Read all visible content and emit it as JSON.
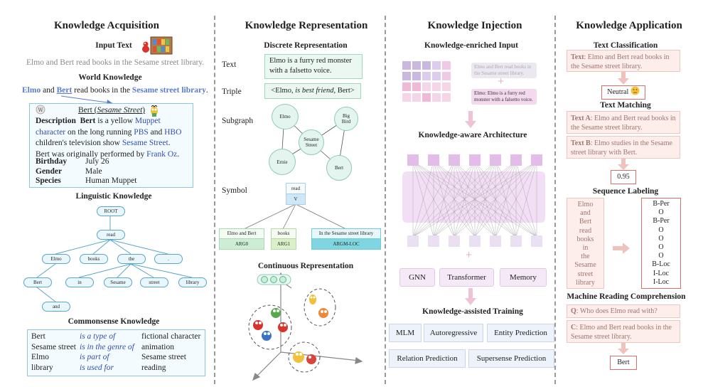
{
  "acq": {
    "title": "Knowledge Acquisition",
    "input_text_label": "Input Text",
    "input_sentence": "Elmo and Bert read books in the Sesame street library.",
    "world_knowledge_label": "World Knowledge",
    "world_sentence": {
      "p1": "Elmo",
      "p2": " and ",
      "p3": "Bert",
      "p4": " read books in the ",
      "p5": "Sesame street library",
      "p6": "."
    },
    "wiki": {
      "name": "Bert (",
      "name_italic": "Sesame Street",
      "name_end": ")",
      "description_key": "Description",
      "desc": {
        "d1": "Bert",
        "d2": " is a yellow ",
        "d3": "Muppet",
        "d4": "character",
        "d5": " on the long running ",
        "d6": "PBS",
        "d7": " and ",
        "d8": "HBO",
        "d9": "children's television show ",
        "d10": "Sesame Street",
        "d11": ".",
        "d12": "Bert was originally performed by ",
        "d13": "Frank Oz",
        "d14": "."
      },
      "rows": [
        {
          "key": "Birthday",
          "val": "July 26"
        },
        {
          "key": "Gender",
          "val": "Male"
        },
        {
          "key": "Species",
          "val": "Human Muppet"
        }
      ]
    },
    "linguistic_label": "Linguistic Knowledge",
    "tree": {
      "root": "ROOT",
      "read": "read",
      "elmo": "Elmo",
      "books": "books",
      "the": "the",
      "dot": ".",
      "bert": "Bert",
      "in": "in",
      "sesame": "Sesame",
      "street": "street",
      "library": "library",
      "and": "and"
    },
    "commonsense_label": "Commonsense Knowledge",
    "commonsense": [
      {
        "h": "Bert",
        "r": "is a type of",
        "t": "fictional character"
      },
      {
        "h": "Sesame street",
        "r": "is in the genre of",
        "t": "animation"
      },
      {
        "h": "Elmo",
        "r": "is part of",
        "t": "Sesame street"
      },
      {
        "h": "library",
        "r": "is used for",
        "t": "reading"
      }
    ]
  },
  "rep": {
    "title": "Knowledge Representation",
    "discrete_label": "Discrete Representation",
    "text_label": "Text",
    "text_box": "Elmo is a furry red monster with a falsetto voice.",
    "triple_label": "Triple",
    "triple": {
      "a": "<Elmo, ",
      "b": "is best friend",
      "c": ", Bert>"
    },
    "subgraph_label": "Subgraph",
    "graph": {
      "elmo": "Elmo",
      "bigbird": "Big Bird",
      "sesame": "Sesame Street",
      "ernie": "Ernie",
      "bert": "Bert"
    },
    "symbol_label": "Symbol",
    "srl": {
      "read": "read",
      "v": "V",
      "arg0_text": "Elmo and Bert",
      "arg0": "ARG0",
      "arg1_text": "books",
      "arg1": "ARG1",
      "loc_text": "In the Sesame street library",
      "loc": "ARGM-LOC"
    },
    "continuous_label": "Continuous Representation"
  },
  "inj": {
    "title": "Knowledge Injection",
    "enriched_label": "Knowledge-enriched Input",
    "in_top": "Elmo and Bert read books in the Sesame street library.",
    "in_bottom": "Elmo: Elmo is a furry red monster with a falsetto voice.",
    "plus": "+",
    "arch_label": "Knowledge-aware Architecture",
    "modules": [
      "GNN",
      "Transformer",
      "Memory"
    ],
    "training_label": "Knowledge-assisted Training",
    "tasks_row1": [
      "MLM",
      "Autoregressive",
      "Entity Prediction"
    ],
    "tasks_row2": [
      "Relation Prediction",
      "Supersense Prediction"
    ]
  },
  "app": {
    "title": "Knowledge Application",
    "tc_label": "Text Classification",
    "tc_text_key": "Text",
    "tc_text": ": Elmo and Bert read books in the Sesame street library.",
    "tc_answer": "Neutral",
    "tm_label": "Text Matching",
    "tm_a_key": "Text A",
    "tm_a": ": Elmo and Bert read books in the Sesame street library.",
    "tm_b_key": "Text B",
    "tm_b": ": Elmo studies in the Sesame street library with Bert.",
    "tm_answer": "0.95",
    "sl_label": "Sequence Labeling",
    "sl_tokens": [
      "Elmo",
      "and",
      "Bert",
      "read",
      "books",
      "in",
      "the",
      "Sesame",
      "street",
      "library"
    ],
    "sl_tags": [
      "B-Per",
      "O",
      "B-Per",
      "O",
      "O",
      "O",
      "O",
      "B-Loc",
      "I-Loc",
      "I-Loc"
    ],
    "mrc_label": "Machine Reading Comprehension",
    "mrc_q_key": "Q",
    "mrc_q": ": Who does Elmo read with?",
    "mrc_c_key": "C",
    "mrc_c": ": Elmo and Bert read books in the Sesame street library.",
    "mrc_answer": "Bert"
  }
}
